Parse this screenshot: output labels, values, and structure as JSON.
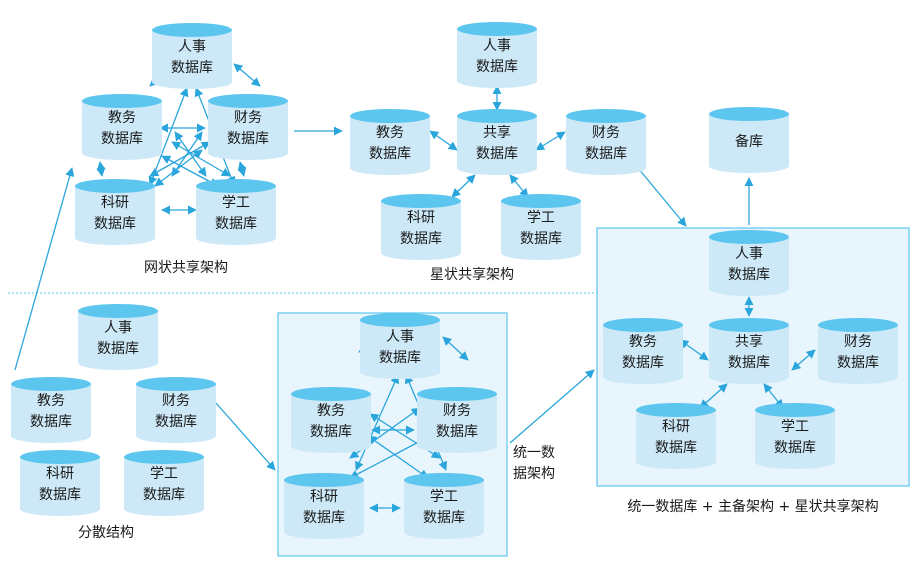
{
  "colors": {
    "cylinder_body": "#cde9f8",
    "cylinder_top": "#5cc6ef",
    "arrow": "#2aa6dc",
    "panel_fill": "#e8f5fc",
    "panel_border": "#5cc6ef",
    "divider": "#5cc6ef"
  },
  "labels": {
    "renshi": "人事",
    "jiaowu": "教务",
    "caiwu": "财务",
    "keyan": "科研",
    "xuegong": "学工",
    "gongxiang": "共享",
    "beiku": "备库",
    "shujuku": "数据库"
  },
  "captions": {
    "mesh": "网状共享架构",
    "star": "星状共享架构",
    "scattered": "分散结构",
    "unified_line1": "统一数",
    "unified_line2": "据架构",
    "final": "统一数据库 + 主备架构 + 星状共享架构"
  }
}
